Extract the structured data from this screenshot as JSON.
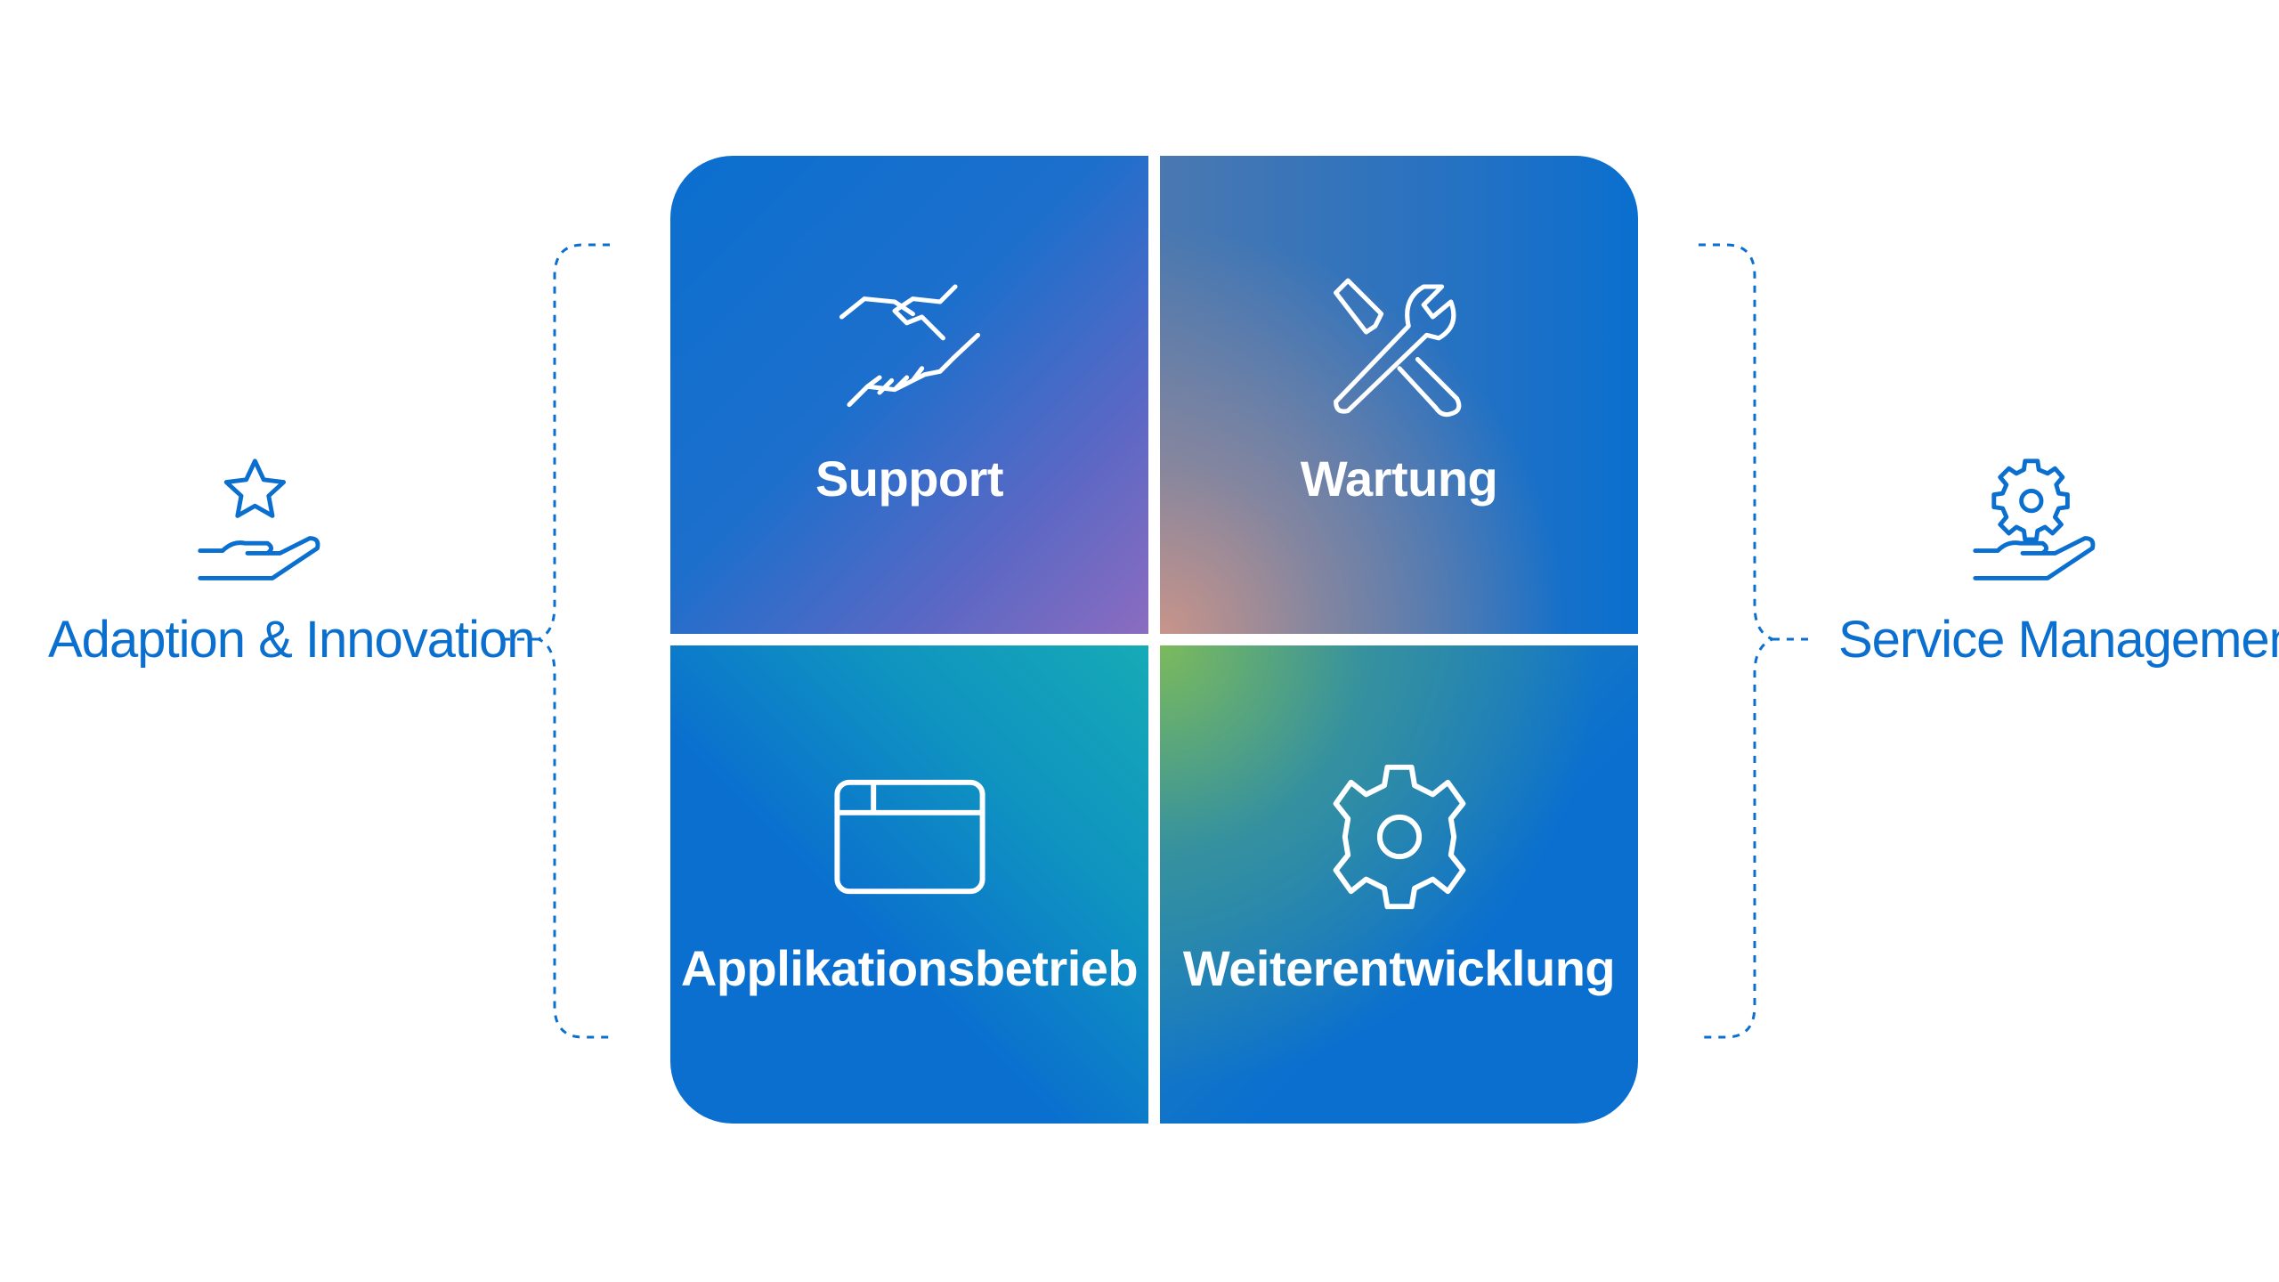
{
  "quadrants": [
    {
      "label": "Support",
      "icon": "handshake-icon"
    },
    {
      "label": "Wartung",
      "icon": "tools-icon"
    },
    {
      "label": "Applikationsbetrieb",
      "icon": "window-icon"
    },
    {
      "label": "Weiterentwicklung",
      "icon": "gear-icon"
    }
  ],
  "left": {
    "label": "Adaption & Innovation",
    "icon": "star-hand-icon"
  },
  "right": {
    "label": "Service Management",
    "icon": "gear-hand-icon"
  },
  "colors": {
    "accent": "#0a6fcf"
  }
}
